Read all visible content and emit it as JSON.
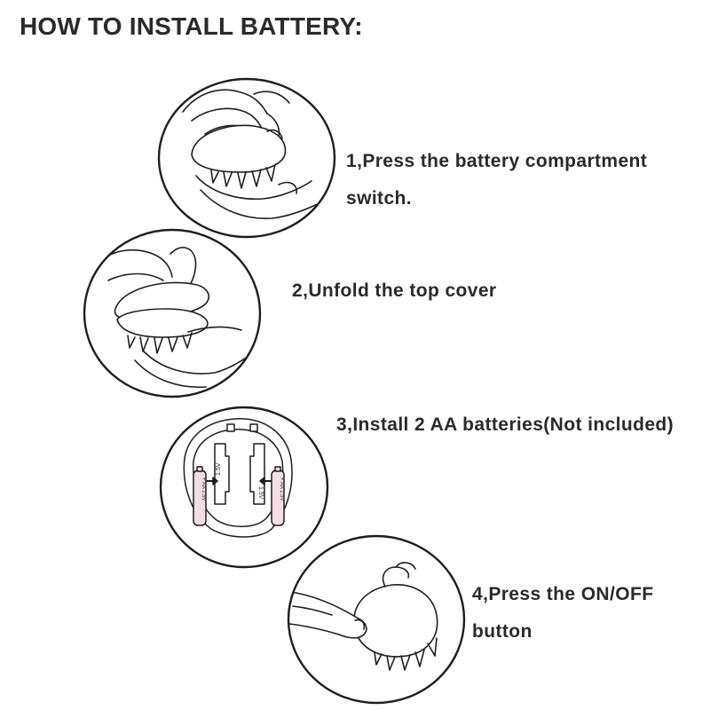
{
  "title": "HOW TO INSTALL BATTERY:",
  "steps": [
    {
      "lines": [
        "1,Press the battery compartment",
        "switch."
      ]
    },
    {
      "lines": [
        "2,Unfold the top cover"
      ]
    },
    {
      "lines": [
        "3,Install 2 AA batteries(Not included)"
      ]
    },
    {
      "lines": [
        "4,Press the ON/OFF",
        "button"
      ]
    }
  ],
  "colors": {
    "outline": "#1e1e1e",
    "battery_fill": "#f5dde6",
    "text": "#2a2a2a"
  },
  "icons": [
    "press-switch-illustration",
    "unfold-cover-illustration",
    "battery-compartment-illustration",
    "power-button-illustration"
  ]
}
